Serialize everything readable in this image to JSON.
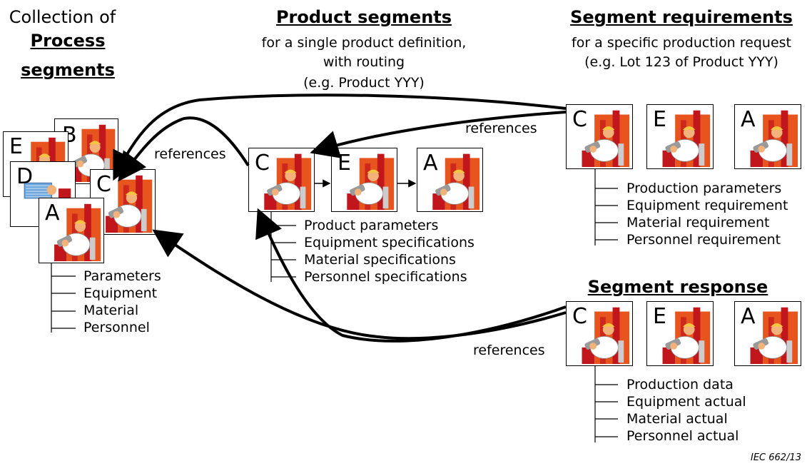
{
  "process_collection": {
    "title_line1": "Collection of",
    "title_line2": "Process",
    "title_line3": "segments",
    "cards": [
      "B",
      "E",
      "D",
      "C",
      "A"
    ],
    "list": [
      "Parameters",
      "Equipment",
      "Material",
      "Personnel"
    ]
  },
  "product_segments": {
    "title": "Product segments",
    "subtitle_line1": "for a single product definition,",
    "subtitle_line2": "with routing",
    "subtitle_line3": "(e.g. Product YYY)",
    "cards": [
      "C",
      "E",
      "A"
    ],
    "list": [
      "Product parameters",
      "Equipment specifications",
      "Material specifications",
      "Personnel specifications"
    ]
  },
  "segment_requirements": {
    "title": "Segment requirements",
    "subtitle_line1": "for a specific production request",
    "subtitle_line2": "(e.g. Lot 123 of Product YYY)",
    "cards": [
      "C",
      "E",
      "A"
    ],
    "list": [
      "Production parameters",
      "Equipment requirement",
      "Material requirement",
      "Personnel requirement"
    ]
  },
  "segment_response": {
    "title": "Segment response",
    "cards": [
      "C",
      "E",
      "A"
    ],
    "list": [
      "Production data",
      "Equipment actual",
      "Material actual",
      "Personnel actual"
    ]
  },
  "references_label": "references",
  "figure_id": "IEC   662/13",
  "colors": {
    "orange": "#e8541e",
    "red": "#c0161c",
    "skin": "#f2b27a",
    "shirt": "#ffffff",
    "gray": "#9a9a9a"
  }
}
